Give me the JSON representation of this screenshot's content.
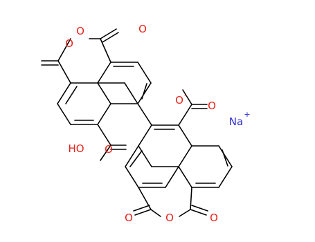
{
  "molecule": {
    "atoms": {
      "o_top_ring": "O",
      "o_top_left": "O",
      "o_top_right": "O",
      "o_hydroxyl": "HO",
      "o_carboxyl_upper": "O",
      "o_carboxylate_single": "O",
      "o_carboxylate_charge": "-",
      "o_carboxylate_double": "O",
      "o_bottom_ring": "O",
      "o_bottom_left": "O",
      "o_bottom_right": "O",
      "sodium": "Na",
      "sodium_charge": "+"
    },
    "colors": {
      "bond": "#000000",
      "oxygen": "#e8231c",
      "sodium": "#2a2ad6"
    }
  }
}
